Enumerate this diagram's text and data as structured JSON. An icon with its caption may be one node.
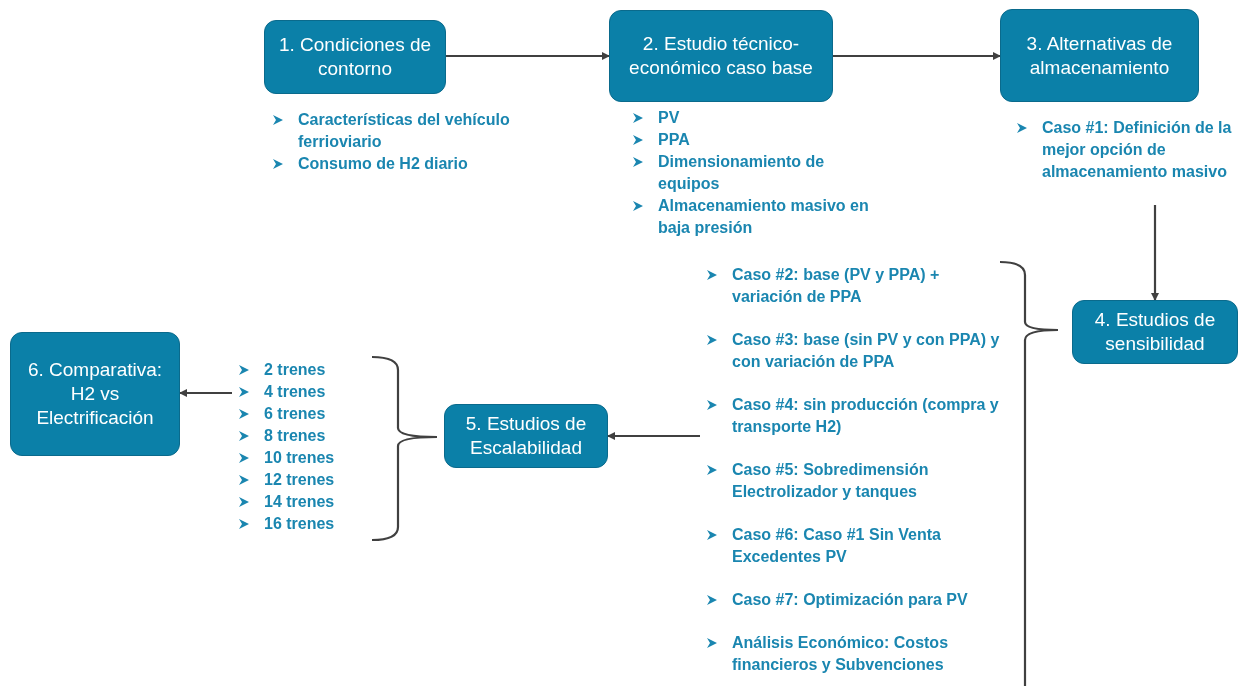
{
  "diagram": {
    "nodes": [
      {
        "text": [
          "1. Condiciones de contorno"
        ]
      },
      {
        "text": [
          "2. Estudio técnico-económico caso base"
        ]
      },
      {
        "text": [
          "3. Alternativas de almacenamiento"
        ]
      },
      {
        "text": [
          "4. Estudios de sensibilidad"
        ]
      },
      {
        "text": [
          "5. Estudios de Escalabilidad"
        ]
      },
      {
        "text": [
          "6. Comparativa: H2 vs Electrificación"
        ]
      },
      {
        "text": [
          "Características del vehículo ferrioviario",
          "Consumo de H2 diario"
        ]
      },
      {
        "text": [
          "PV",
          "PPA",
          "Dimensionamiento de equipos",
          "Almacenamiento masivo en baja presión"
        ]
      },
      {
        "text": [
          "Caso #1: Definición de la mejor opción de almacenamiento masivo"
        ]
      },
      {
        "text": [
          "Caso #2: base (PV y PPA) + variación de PPA",
          "Caso #3: base (sin PV y con PPA) y con variación de PPA",
          "Caso #4: sin producción (compra y transporte H2)",
          "Caso #5: Sobredimensión Electrolizador y tanques",
          "Caso #6: Caso #1 Sin Venta Excedentes PV",
          "Caso #7: Optimización para PV",
          "Análisis Económico: Costos financieros y Subvenciones"
        ]
      },
      {
        "text": [
          "2 trenes",
          "4 trenes",
          "6 trenes",
          "8 trenes",
          "10 trenes",
          "12 trenes",
          "14 trenes",
          "16 trenes"
        ]
      }
    ],
    "edges": [
      {
        "from": 0,
        "to": 1,
        "arrow": "to"
      },
      {
        "from": 1,
        "to": 2,
        "arrow": "to"
      },
      {
        "from": 8,
        "to": 3,
        "arrow": "to"
      },
      {
        "from": 9,
        "to": 4,
        "arrow": "to"
      },
      {
        "from": 10,
        "to": 5,
        "arrow": "to"
      }
    ]
  }
}
